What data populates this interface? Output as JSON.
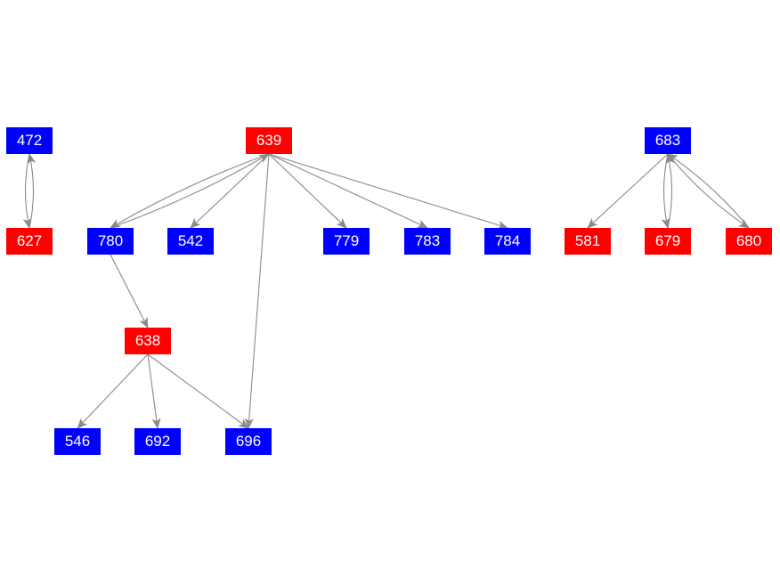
{
  "graph": {
    "node_colors": {
      "red": "#ff0000",
      "blue": "#0000ff"
    },
    "edge_color": "#8a8a8a",
    "nodes": [
      {
        "id": "472",
        "label": "472",
        "color": "blue"
      },
      {
        "id": "627",
        "label": "627",
        "color": "red"
      },
      {
        "id": "639",
        "label": "639",
        "color": "red"
      },
      {
        "id": "780",
        "label": "780",
        "color": "blue"
      },
      {
        "id": "542",
        "label": "542",
        "color": "blue"
      },
      {
        "id": "779",
        "label": "779",
        "color": "blue"
      },
      {
        "id": "783",
        "label": "783",
        "color": "blue"
      },
      {
        "id": "784",
        "label": "784",
        "color": "blue"
      },
      {
        "id": "638",
        "label": "638",
        "color": "red"
      },
      {
        "id": "546",
        "label": "546",
        "color": "blue"
      },
      {
        "id": "692",
        "label": "692",
        "color": "blue"
      },
      {
        "id": "696",
        "label": "696",
        "color": "blue"
      },
      {
        "id": "683",
        "label": "683",
        "color": "blue"
      },
      {
        "id": "581",
        "label": "581",
        "color": "red"
      },
      {
        "id": "679",
        "label": "679",
        "color": "red"
      },
      {
        "id": "680",
        "label": "680",
        "color": "red"
      }
    ],
    "edges": [
      {
        "from": "472",
        "to": "627"
      },
      {
        "from": "627",
        "to": "472"
      },
      {
        "from": "639",
        "to": "780"
      },
      {
        "from": "780",
        "to": "639"
      },
      {
        "from": "639",
        "to": "542"
      },
      {
        "from": "639",
        "to": "779"
      },
      {
        "from": "639",
        "to": "783"
      },
      {
        "from": "639",
        "to": "784"
      },
      {
        "from": "639",
        "to": "696"
      },
      {
        "from": "780",
        "to": "638"
      },
      {
        "from": "638",
        "to": "546"
      },
      {
        "from": "638",
        "to": "692"
      },
      {
        "from": "638",
        "to": "696"
      },
      {
        "from": "683",
        "to": "581"
      },
      {
        "from": "683",
        "to": "679"
      },
      {
        "from": "679",
        "to": "683"
      },
      {
        "from": "683",
        "to": "680"
      },
      {
        "from": "680",
        "to": "683"
      }
    ]
  }
}
